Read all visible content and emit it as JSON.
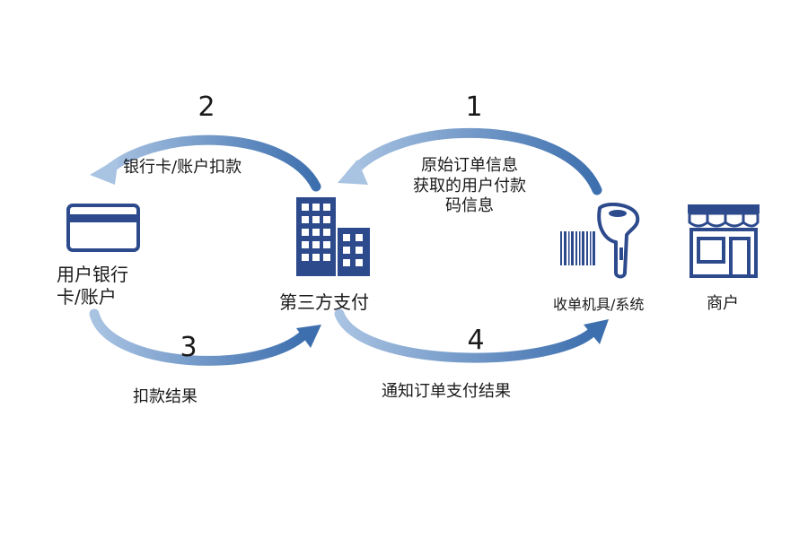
{
  "colors": {
    "arrow": "#4e7fba",
    "arrow_light": "#a9c3e2",
    "icon": "#2c4a8c",
    "text": "#1a1a1a"
  },
  "steps": {
    "s1": {
      "number": "1",
      "text": [
        "原始订单信息",
        "获取的用户付款",
        "码信息"
      ]
    },
    "s2": {
      "number": "2",
      "text": "银行卡/账户扣款"
    },
    "s3": {
      "number": "3",
      "text": "扣款结果"
    },
    "s4": {
      "number": "4",
      "text": "通知订单支付结果"
    }
  },
  "nodes": {
    "user": {
      "icon": "bank-card-icon",
      "label": [
        "用户银行",
        "卡/账户"
      ]
    },
    "third_party": {
      "icon": "office-building-icon",
      "label": "第三方支付"
    },
    "pos": {
      "icon": "barcode-scanner-icon",
      "label": "收单机具/系统"
    },
    "merchant": {
      "icon": "storefront-icon",
      "label": "商户"
    }
  }
}
